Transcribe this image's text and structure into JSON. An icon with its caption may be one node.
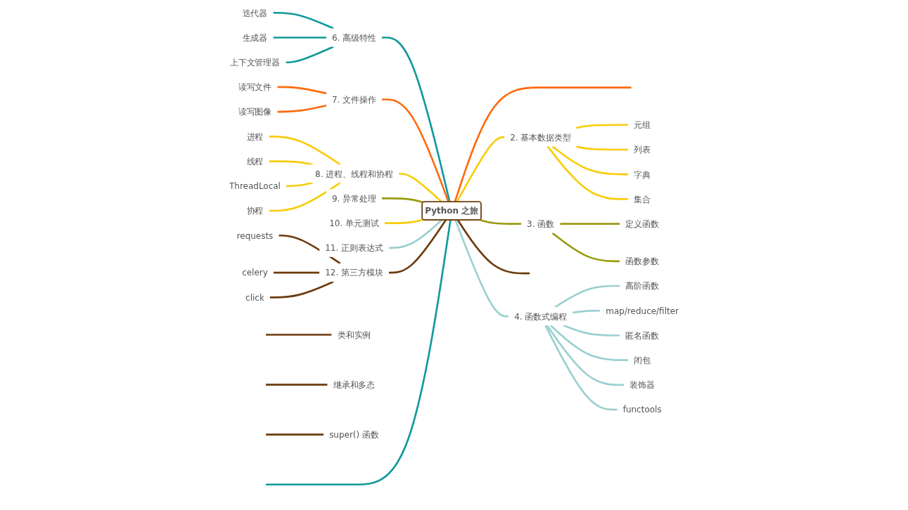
{
  "diagram": {
    "nodes": [
      {
        "text": [
          "Python 之旅"
        ]
      },
      {
        "text": [
          "6. 高级特性"
        ]
      },
      {
        "text": [
          "迭代器"
        ]
      },
      {
        "text": [
          "生成器"
        ]
      },
      {
        "text": [
          "上下文管理器"
        ]
      },
      {
        "text": [
          "7. 文件操作"
        ]
      },
      {
        "text": [
          "读写文件"
        ]
      },
      {
        "text": [
          "读写图像"
        ]
      },
      {
        "text": [
          "8. 进程、线程和协程"
        ]
      },
      {
        "text": [
          "进程"
        ]
      },
      {
        "text": [
          "线程"
        ]
      },
      {
        "text": [
          "ThreadLocal"
        ]
      },
      {
        "text": [
          "协程"
        ]
      },
      {
        "text": [
          "9. 异常处理"
        ]
      },
      {
        "text": [
          "10. 单元测试"
        ]
      },
      {
        "text": [
          "11. 正则表达式"
        ]
      },
      {
        "text": [
          "12. 第三方模块"
        ]
      },
      {
        "text": [
          "requests"
        ]
      },
      {
        "text": [
          "celery"
        ]
      },
      {
        "text": [
          "click"
        ]
      },
      {
        "text": [
          "2. 基本数据类型"
        ]
      },
      {
        "text": [
          "元组"
        ]
      },
      {
        "text": [
          "列表"
        ]
      },
      {
        "text": [
          "字典"
        ]
      },
      {
        "text": [
          "集合"
        ]
      },
      {
        "text": [
          "3. 函数"
        ]
      },
      {
        "text": [
          "定义函数"
        ]
      },
      {
        "text": [
          "函数参数"
        ]
      },
      {
        "text": [
          "4. 函数式编程"
        ]
      },
      {
        "text": [
          "高阶函数"
        ]
      },
      {
        "text": [
          "map/reduce/filter"
        ]
      },
      {
        "text": [
          "匿名函数"
        ]
      },
      {
        "text": [
          "闭包"
        ]
      },
      {
        "text": [
          "装饰器"
        ]
      },
      {
        "text": [
          "functools"
        ]
      },
      {
        "text": [
          "类和实例"
        ]
      },
      {
        "text": [
          "继承和多态"
        ]
      },
      {
        "text": [
          "super() 函数"
        ]
      }
    ],
    "edges": [
      {
        "from": 0,
        "to": 1,
        "arrow": "none",
        "color": "#11999a"
      },
      {
        "from": 1,
        "to": 2,
        "arrow": "none",
        "color": "#11999a"
      },
      {
        "from": 1,
        "to": 3,
        "arrow": "none",
        "color": "#11999a"
      },
      {
        "from": 1,
        "to": 4,
        "arrow": "none",
        "color": "#11999a"
      },
      {
        "from": 0,
        "to": 5,
        "arrow": "none",
        "color": "#ff6a0d"
      },
      {
        "from": 5,
        "to": 6,
        "arrow": "none",
        "color": "#ff6a0d"
      },
      {
        "from": 5,
        "to": 7,
        "arrow": "none",
        "color": "#ff6a0d"
      },
      {
        "from": 0,
        "to": 8,
        "arrow": "none",
        "color": "#f9cc0a"
      },
      {
        "from": 8,
        "to": 9,
        "arrow": "none",
        "color": "#f9cc0a"
      },
      {
        "from": 8,
        "to": 10,
        "arrow": "none",
        "color": "#f9cc0a"
      },
      {
        "from": 8,
        "to": 11,
        "arrow": "none",
        "color": "#f9cc0a"
      },
      {
        "from": 8,
        "to": 12,
        "arrow": "none",
        "color": "#f9cc0a"
      },
      {
        "from": 0,
        "to": 13,
        "arrow": "none",
        "color": "#999a10"
      },
      {
        "from": 0,
        "to": 14,
        "arrow": "none",
        "color": "#f9cc0a"
      },
      {
        "from": 0,
        "to": 15,
        "arrow": "none",
        "color": "#9ccfd0"
      },
      {
        "from": 0,
        "to": 16,
        "arrow": "none",
        "color": "#6b3a0c"
      },
      {
        "from": 16,
        "to": 17,
        "arrow": "none",
        "color": "#6b3a0c"
      },
      {
        "from": 16,
        "to": 18,
        "arrow": "none",
        "color": "#6b3a0c"
      },
      {
        "from": 16,
        "to": 19,
        "arrow": "none",
        "color": "#6b3a0c"
      },
      {
        "from": 0,
        "to": null,
        "arrow": "none",
        "color": "#11999a"
      },
      {
        "from": 0,
        "to": null,
        "arrow": "none",
        "color": "#ff6a0d"
      },
      {
        "from": 0,
        "to": 20,
        "arrow": "none",
        "color": "#f9cc0a"
      },
      {
        "from": 20,
        "to": 21,
        "arrow": "none",
        "color": "#f9cc0a"
      },
      {
        "from": 20,
        "to": 22,
        "arrow": "none",
        "color": "#f9cc0a"
      },
      {
        "from": 20,
        "to": 23,
        "arrow": "none",
        "color": "#f9cc0a"
      },
      {
        "from": 20,
        "to": 24,
        "arrow": "none",
        "color": "#f9cc0a"
      },
      {
        "from": 0,
        "to": 25,
        "arrow": "none",
        "color": "#999a10"
      },
      {
        "from": 25,
        "to": 26,
        "arrow": "none",
        "color": "#999a10"
      },
      {
        "from": 25,
        "to": 27,
        "arrow": "none",
        "color": "#999a10"
      },
      {
        "from": 0,
        "to": 28,
        "arrow": "none",
        "color": "#9ccfd0"
      },
      {
        "from": 28,
        "to": 29,
        "arrow": "none",
        "color": "#9ccfd0"
      },
      {
        "from": 28,
        "to": 30,
        "arrow": "none",
        "color": "#9ccfd0"
      },
      {
        "from": 28,
        "to": 31,
        "arrow": "none",
        "color": "#9ccfd0"
      },
      {
        "from": 28,
        "to": 32,
        "arrow": "none",
        "color": "#9ccfd0"
      },
      {
        "from": 28,
        "to": 33,
        "arrow": "none",
        "color": "#9ccfd0"
      },
      {
        "from": 28,
        "to": 34,
        "arrow": "none",
        "color": "#9ccfd0"
      },
      {
        "from": 0,
        "to": null,
        "arrow": "none",
        "color": "#6b3a0c"
      },
      {
        "from": null,
        "to": 35,
        "arrow": "none",
        "color": "#6b3a0c"
      },
      {
        "from": null,
        "to": 36,
        "arrow": "none",
        "color": "#6b3a0c"
      },
      {
        "from": null,
        "to": 37,
        "arrow": "none",
        "color": "#6b3a0c"
      }
    ]
  }
}
